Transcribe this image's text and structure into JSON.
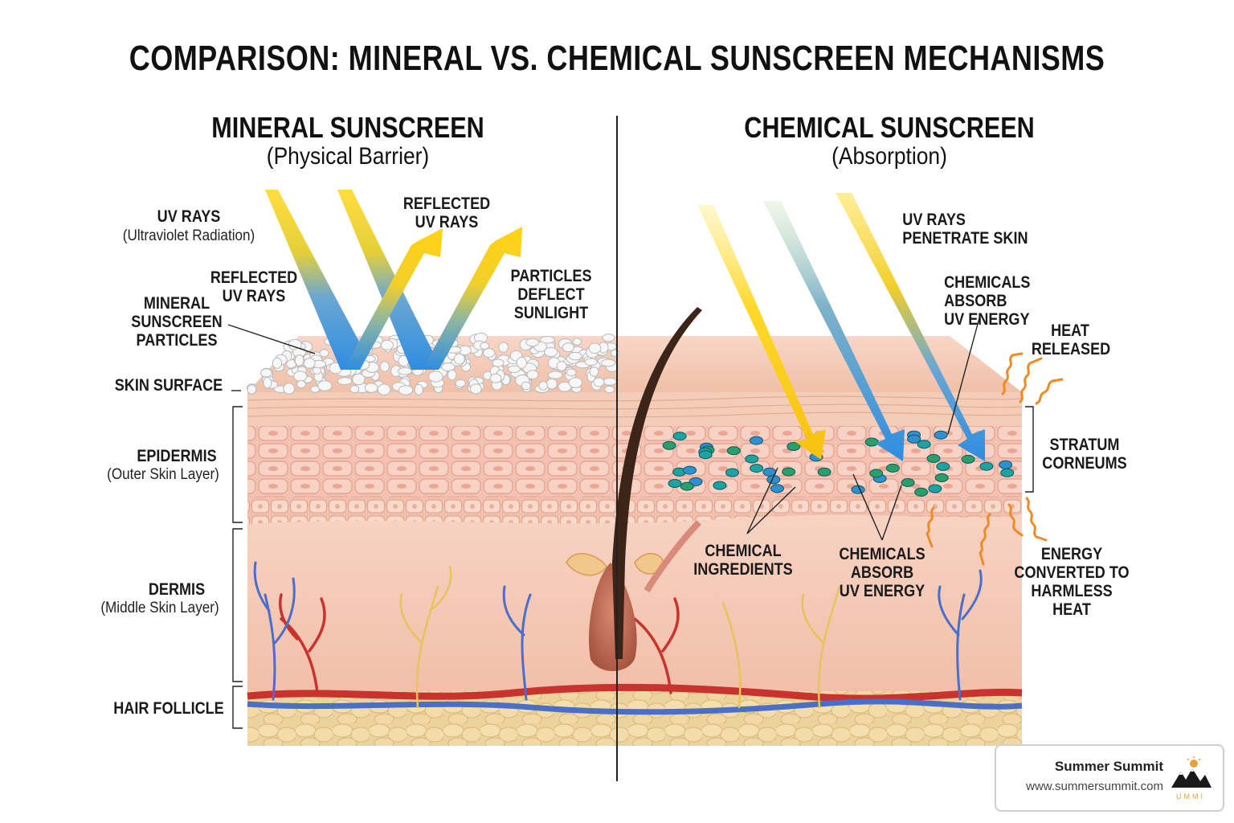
{
  "title": "COMPARISON: MINERAL VS. CHEMICAL SUNSCREEN MECHANISMS",
  "mineral": {
    "heading": "MINERAL SUNSCREEN",
    "subheading": "(Physical Barrier)",
    "labels": {
      "uv_rays": "UV RAYS",
      "uv_rays_sub": "(Ultraviolet Radiation)",
      "reflected_top_1": "REFLECTED",
      "reflected_top_2": "UV RAYS",
      "reflected_mid_1": "REFLECTED",
      "reflected_mid_2": "UV RAYS",
      "particles_1": "MINERAL",
      "particles_2": "SUNSCREEN",
      "particles_3": "PARTICLES",
      "deflect_1": "PARTICLES",
      "deflect_2": "DEFLECT",
      "deflect_3": "SUNLIGHT"
    }
  },
  "layers": {
    "skin_surface": "SKIN SURFACE",
    "epidermis": "EPIDERMIS",
    "epidermis_sub": "(Outer Skin Layer)",
    "dermis": "DERMIS",
    "dermis_sub": "(Middle Skin Layer)",
    "hair_follicle": "HAIR FOLLICLE"
  },
  "chemical": {
    "heading": "CHEMICAL SUNSCREEN",
    "subheading": "(Absorption)",
    "labels": {
      "penetrate_1": "UV RAYS",
      "penetrate_2": "PENETRATE SKIN",
      "absorb_top_1": "CHEMICALS ABSORB",
      "absorb_top_2": "UV ENERGY",
      "heat_1": "HEAT",
      "heat_2": "RELEASED",
      "stratum_1": "STRATUM",
      "stratum_2": "CORNEUMS",
      "ingredients_1": "CHEMICAL",
      "ingredients_2": "INGREDIENTS",
      "absorb_bottom_1": "CHEMICALS",
      "absorb_bottom_2": "ABSORB",
      "absorb_bottom_3": "UV ENERGY",
      "energy_1": "ENERGY",
      "energy_2": "CONVERTED TO",
      "energy_3": "HARMLESS HEAT"
    }
  },
  "brand": {
    "name": "Summer Summit",
    "url": "www.summersummit.com",
    "logo_text": "UMMI"
  },
  "colors": {
    "uv_yellow": "#f7c81a",
    "uv_blue": "#2f8de0",
    "heat_orange": "#f08a24",
    "skin": "#f2c2ac",
    "fat": "#f0d49a",
    "artery": "#c8332e",
    "vein": "#4a6fc9",
    "nerve": "#e6c35c"
  }
}
